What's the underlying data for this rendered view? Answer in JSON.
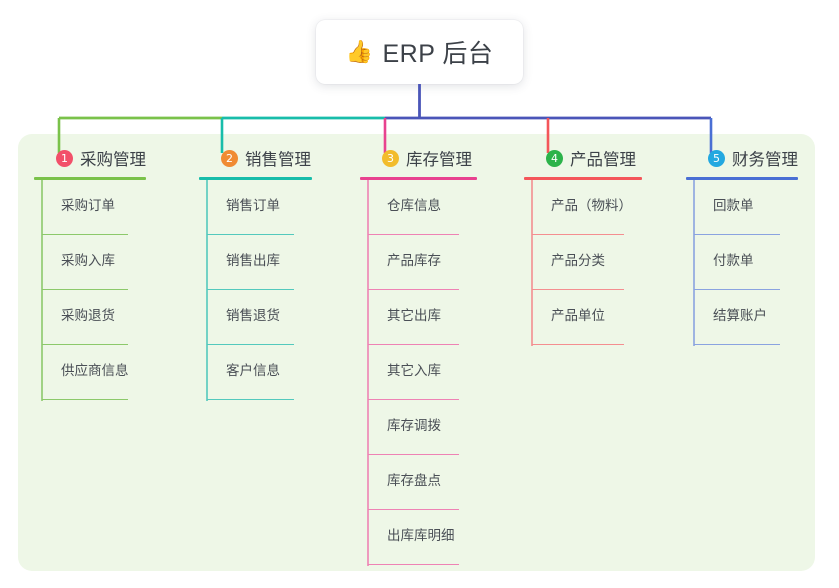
{
  "header": {
    "icon": "thumbs-up-emoji",
    "icon_glyph": "👍",
    "title": "ERP 后台"
  },
  "theme": {
    "panel_bg": "#eef7e7",
    "page_bg": "#ffffff",
    "title_text": "#3c4148",
    "item_text": "#4a4f56",
    "trunk_blue": "#4a55b8"
  },
  "columns": [
    {
      "number": "1",
      "label": "采购管理",
      "badge_color": "#f2506a",
      "line_color": "#7ac24a",
      "rule_color": "#8cc96b",
      "items": [
        {
          "label": "采购订单"
        },
        {
          "label": "采购入库"
        },
        {
          "label": "采购退货"
        },
        {
          "label": "供应商信息"
        }
      ]
    },
    {
      "number": "2",
      "label": "销售管理",
      "badge_color": "#f08b33",
      "line_color": "#18bdaa",
      "rule_color": "#53c9bd",
      "items": [
        {
          "label": "销售订单"
        },
        {
          "label": "销售出库"
        },
        {
          "label": "销售退货"
        },
        {
          "label": "客户信息"
        }
      ]
    },
    {
      "number": "3",
      "label": "库存管理",
      "badge_color": "#f2bc2c",
      "line_color": "#e8428f",
      "rule_color": "#ee82b4",
      "items": [
        {
          "label": "仓库信息"
        },
        {
          "label": "产品库存"
        },
        {
          "label": "其它出库"
        },
        {
          "label": "其它入库"
        },
        {
          "label": "库存调拨"
        },
        {
          "label": "库存盘点"
        },
        {
          "label": "出库库明细"
        }
      ]
    },
    {
      "number": "4",
      "label": "产品管理",
      "badge_color": "#2cb34a",
      "line_color": "#f4565a",
      "rule_color": "#f48e90",
      "items": [
        {
          "label": "产品（物料）"
        },
        {
          "label": "产品分类"
        },
        {
          "label": "产品单位"
        }
      ]
    },
    {
      "number": "5",
      "label": "财务管理",
      "badge_color": "#23a8e0",
      "line_color": "#4a6fd4",
      "rule_color": "#8aa3e0",
      "items": [
        {
          "label": "回款单"
        },
        {
          "label": "付款单"
        },
        {
          "label": "结算账户"
        }
      ]
    }
  ]
}
